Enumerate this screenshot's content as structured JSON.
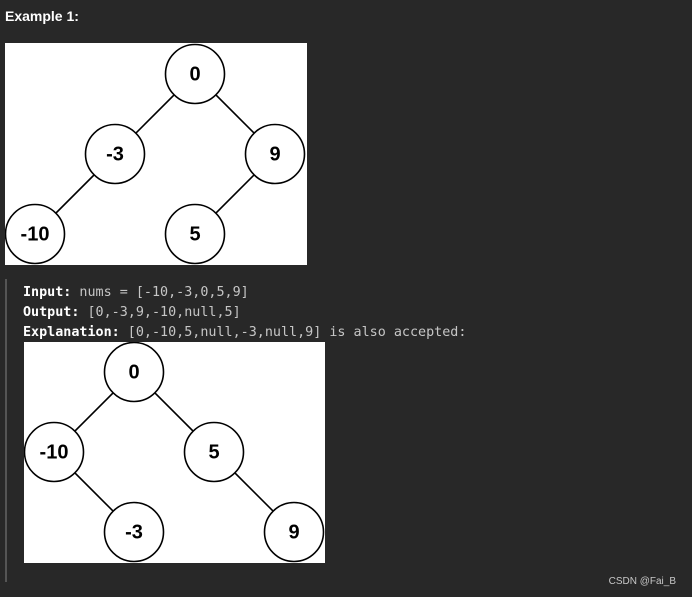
{
  "example": {
    "heading": "Example 1:"
  },
  "tree1": {
    "nodes": [
      "0",
      "-3",
      "9",
      "-10",
      "5"
    ]
  },
  "io": {
    "input_label": "Input:",
    "input_value": " nums = [-10,-3,0,5,9]",
    "output_label": "Output:",
    "output_value": " [0,-3,9,-10,null,5]",
    "explanation_label": "Explanation:",
    "explanation_value": " [0,-10,5,null,-3,null,9] is also accepted:"
  },
  "tree2": {
    "nodes": [
      "0",
      "-10",
      "5",
      "-3",
      "9"
    ]
  },
  "watermark": "CSDN @Fai_B"
}
